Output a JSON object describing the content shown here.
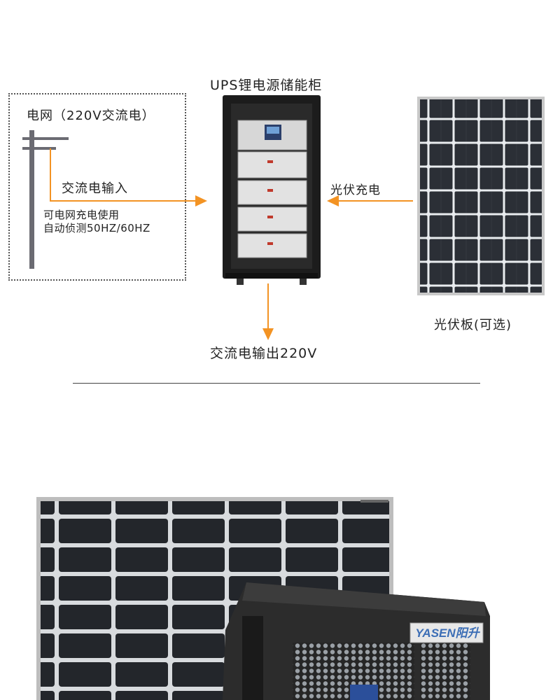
{
  "diagram": {
    "cabinet_title": "UPS锂电源储能柜",
    "grid_title": "电网（220V交流电）",
    "ac_input": "交流电输入",
    "grid_note_line1": "可电网充电使用",
    "grid_note_line2": "自动侦测50HZ/60HZ",
    "pv_charge": "光伏充电",
    "pv_panel_label": "光伏板(可选)",
    "ac_output": "交流电输出220V"
  },
  "photo": {
    "brand_logo_text": "YASEN阳升"
  },
  "colors": {
    "arrow": "#f39323",
    "pole": "#6b6b72",
    "cabinet": "#1c1c1c",
    "panel_cell": "#2b2f36",
    "panel_frame": "#c9c9c9"
  }
}
